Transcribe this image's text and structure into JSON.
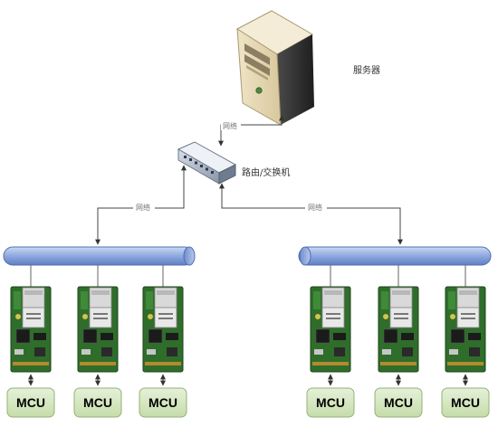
{
  "server": {
    "label": "服务器",
    "icon": "server-icon"
  },
  "router": {
    "label": "路由/交换机",
    "icon": "router-switch-icon"
  },
  "links": {
    "server_router": "网络",
    "router_left_bus": "网络",
    "router_right_bus": "网络"
  },
  "buses": [
    {
      "name": "left-network-bus"
    },
    {
      "name": "right-network-bus"
    }
  ],
  "modules": [
    {
      "group": "left",
      "label": "MCU"
    },
    {
      "group": "left",
      "label": "MCU"
    },
    {
      "group": "left",
      "label": "MCU"
    },
    {
      "group": "right",
      "label": "MCU"
    },
    {
      "group": "right",
      "label": "MCU"
    },
    {
      "group": "right",
      "label": "MCU"
    }
  ],
  "board_icon": "ethernet-module-board-icon",
  "colors": {
    "bus_fill": "#9db4e3",
    "mcu_fill": "#d7e8c2",
    "mcu_stroke": "#93b27a",
    "board_green": "#2d6b2a",
    "line": "#555555"
  }
}
